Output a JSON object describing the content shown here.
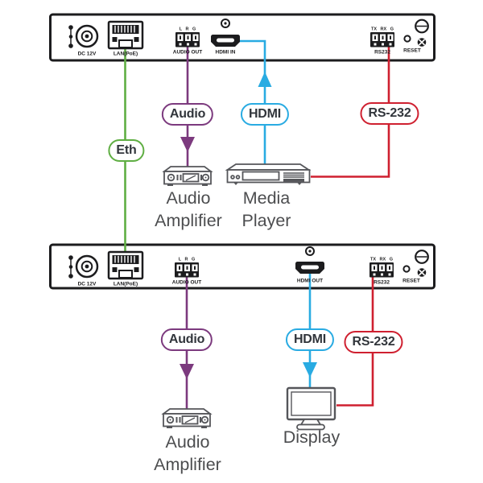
{
  "diagram": {
    "colors": {
      "eth": "#5fae43",
      "audio": "#7c3a7e",
      "hdmi": "#29abe2",
      "rs232": "#cf2030"
    },
    "pills": {
      "eth": "Eth",
      "audio_top": "Audio",
      "hdmi_top": "HDMI",
      "rs232_top": "RS-232",
      "audio_bottom": "Audio",
      "hdmi_bottom": "HDMI",
      "rs232_bottom": "RS-232"
    },
    "top_panel": {
      "dc_label": "DC 12V",
      "lan_label": "LAN(PoE)",
      "audio_pins": "L R G",
      "audio_label": "AUDIO OUT",
      "hdmi_label": "HDMI IN",
      "rs232_pins": "TX RX G",
      "rs232_label": "RS232",
      "reset_label": "RESET"
    },
    "bottom_panel": {
      "dc_label": "DC 12V",
      "lan_label": "LAN(PoE)",
      "audio_pins": "L R G",
      "audio_label": "AUDIO OUT",
      "hdmi_label": "HDMI OUT",
      "rs232_pins": "TX RX G",
      "rs232_label": "RS232",
      "reset_label": "RESET"
    },
    "devices": {
      "amp_top_line1": "Audio",
      "amp_top_line2": "Amplifier",
      "media_line1": "Media",
      "media_line2": "Player",
      "amp_bottom_line1": "Audio",
      "amp_bottom_line2": "Amplifier",
      "display_label": "Display"
    },
    "icons": {
      "power-led-icon": "dot-column",
      "dc-power-connector": "concentric-circles",
      "lan-poe-port": "rj45-jack",
      "audio-out-terminal": "3-pin-terminal-block",
      "hdmi-port": "hdmi-connector",
      "rs232-terminal": "3-pin-terminal-block",
      "reset-button": "pinhole",
      "panel-screw": "screw-head",
      "audio-amplifier-icon": "amp-front-panel",
      "media-player-icon": "player-front-panel",
      "display-icon": "monitor"
    }
  }
}
